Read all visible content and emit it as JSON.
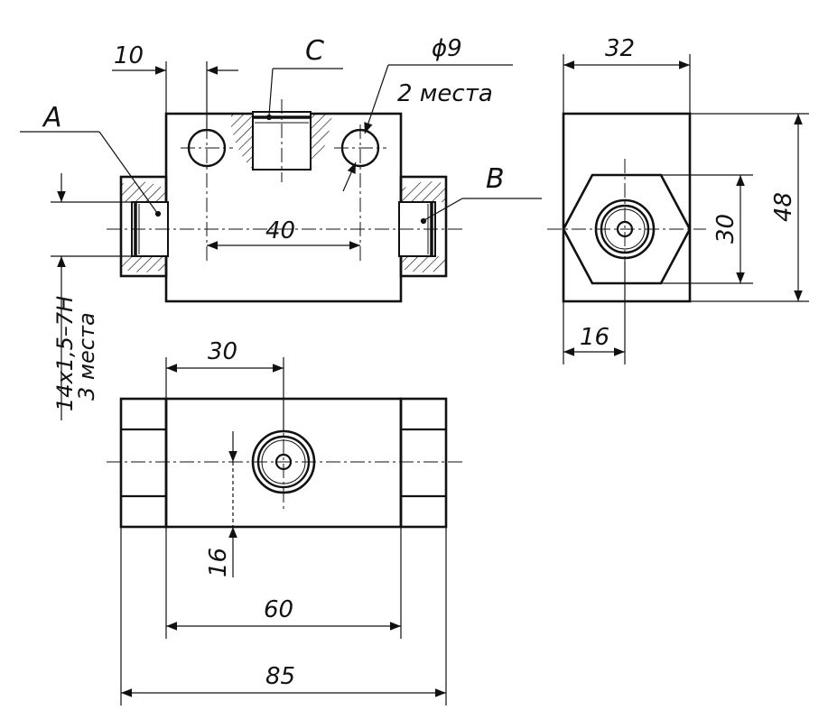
{
  "views": {
    "front": {
      "label_a": "A",
      "label_b": "B",
      "label_c": "C",
      "dim_hole_spacing": "10",
      "dim_hole_diameter": "ϕ9",
      "dim_hole_count": "2 места",
      "dim_center_span": "40",
      "thread_spec": "14x1,5–7H",
      "thread_count": "3 места"
    },
    "side": {
      "dim_width": "32",
      "dim_height": "48",
      "dim_hex": "30",
      "dim_offset": "16"
    },
    "top": {
      "dim_port_pos": "30",
      "dim_port_offset": "16",
      "dim_body_length": "60",
      "dim_overall_length": "85"
    }
  },
  "style": {
    "line_color": "#111111",
    "background": "#ffffff"
  }
}
